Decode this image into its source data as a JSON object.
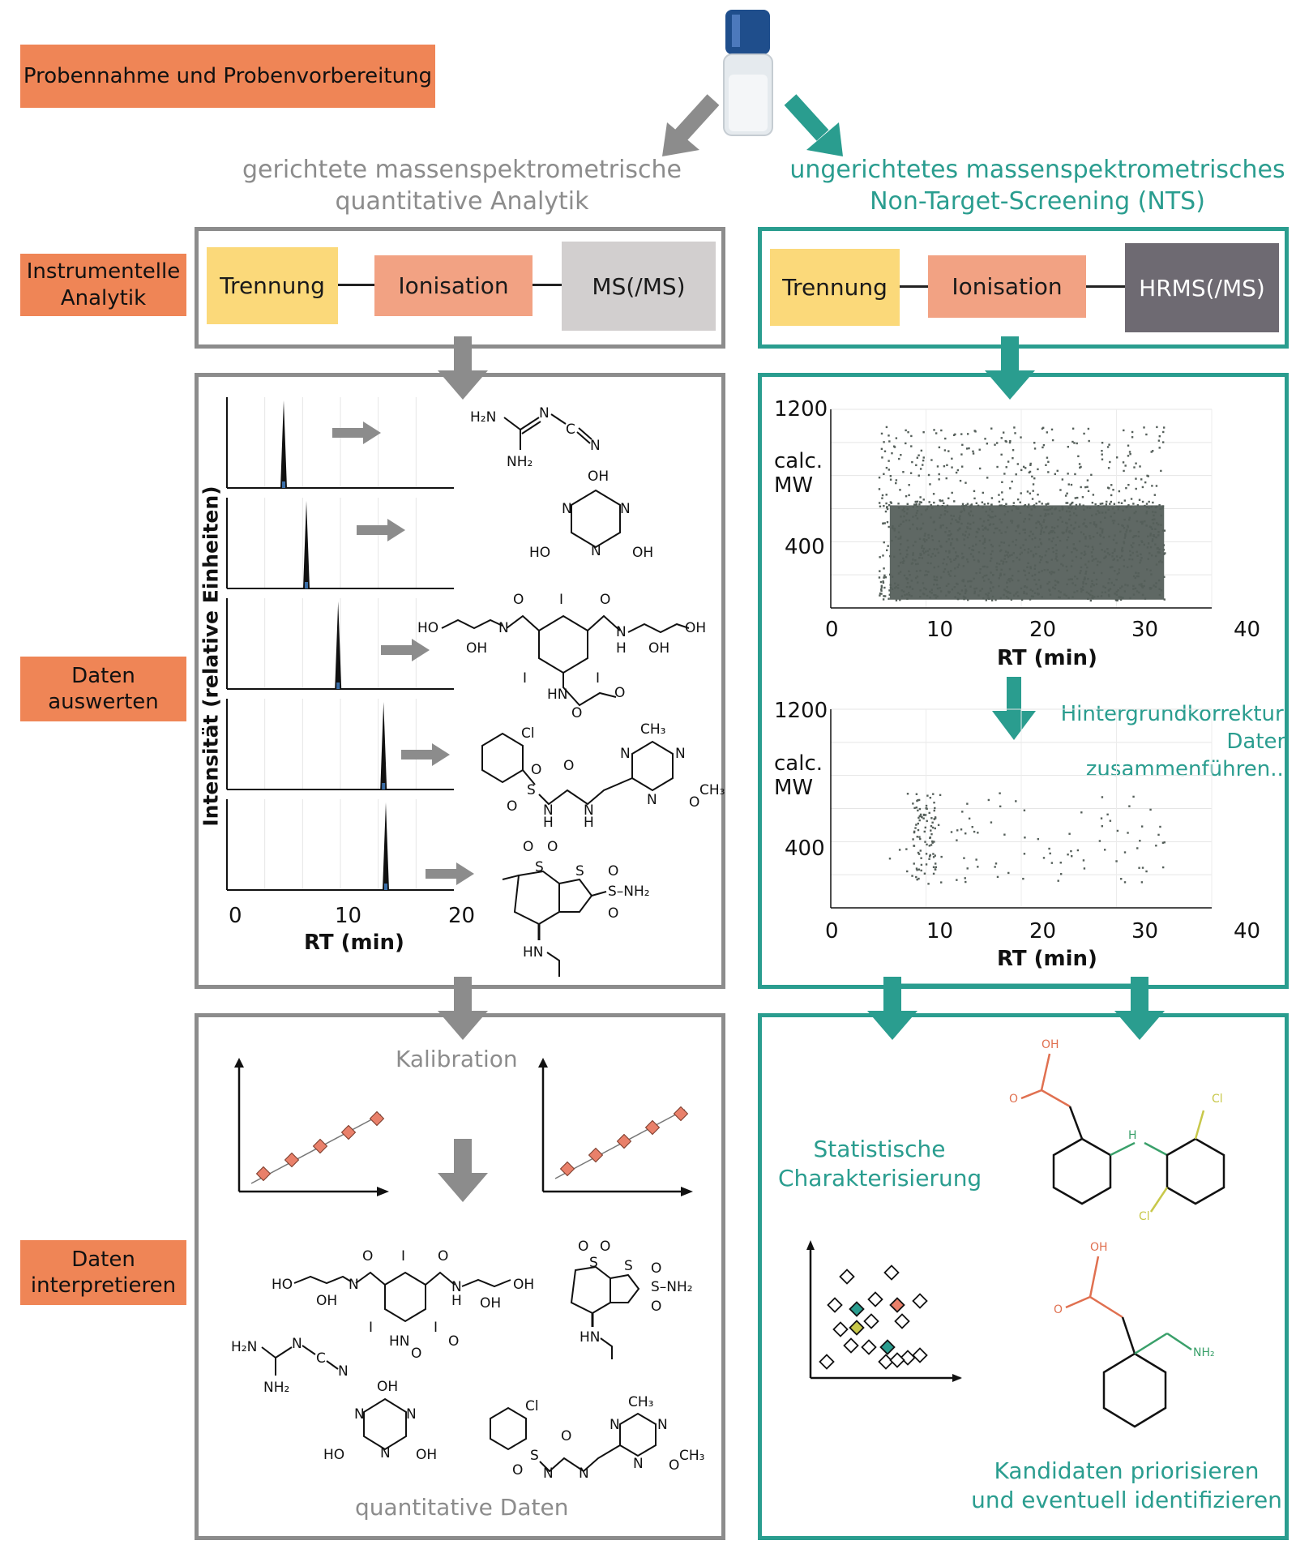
{
  "stages": {
    "sampling": "Probennahme und Probenvorbereitung",
    "instrumental": "Instrumentelle\nAnalytik",
    "evaluate": "Daten\nauswerten",
    "interpret": "Daten\ninterpretieren"
  },
  "targeted": {
    "title": "gerichtete massenspektrometrische\nquantitative Analytik",
    "steps": [
      "Trennung",
      "Ionisation",
      "MS(/MS)"
    ],
    "calibration_label": "Kalibration",
    "result_label": "quantitative Daten",
    "chrom_ylabel": "Intensität (relative Einheiten)",
    "chrom_xlabel": "RT (min)"
  },
  "nts": {
    "title": "ungerichtetes massenspektrometrisches\nNon-Target-Screening (NTS)",
    "steps": [
      "Trennung",
      "Ionisation",
      "HRMS(/MS)"
    ],
    "plot_ylabel": "calc.\nMW",
    "plot_xlabel": "RT (min)",
    "correction_label": "Hintergrundkorrektur,\nDaten zusammenführen...",
    "stats_label": "Statistische\nCharakterisierung",
    "prioritize_label": "Kandidaten priorisieren\nund eventuell identifizieren"
  },
  "chrom_axis": {
    "ticks": [
      "0",
      "10",
      "20"
    ]
  },
  "nts_axis": {
    "xticks": [
      "0",
      "10",
      "20",
      "30",
      "40"
    ],
    "yticks": [
      "1200",
      "400"
    ]
  },
  "chem_labels": {
    "h2n": "H₂N",
    "n": "N",
    "c": "C",
    "nh2": "NH₂",
    "oh": "OH",
    "ho": "HO",
    "cl": "Cl",
    "ch3": "CH₃",
    "o": "O",
    "s": "S",
    "h": "H",
    "i": "I",
    "hn": "HN",
    "so2nh2": "S–NH₂"
  },
  "chart_data": [
    {
      "type": "line",
      "title": "",
      "xlabel": "RT (min)",
      "ylabel": "Intensität (relative Einheiten)",
      "xlim": [
        0,
        20
      ],
      "series": [
        {
          "peak_rt": 5
        },
        {
          "peak_rt": 7
        },
        {
          "peak_rt": 9.8
        },
        {
          "peak_rt": 13.8
        },
        {
          "peak_rt": 14
        }
      ]
    },
    {
      "type": "scatter",
      "xlabel": "RT (min)",
      "ylabel": "calc. MW",
      "xlim": [
        0,
        40
      ],
      "ylim": [
        0,
        1200
      ],
      "yticks": [
        400,
        1200
      ],
      "density": "dense",
      "x_range_data": [
        5,
        35
      ]
    },
    {
      "type": "scatter",
      "xlabel": "RT (min)",
      "ylabel": "calc. MW",
      "xlim": [
        0,
        40
      ],
      "ylim": [
        0,
        1200
      ],
      "yticks": [
        400,
        1200
      ],
      "density": "sparse",
      "x_range_data": [
        6,
        35
      ]
    },
    {
      "type": "scatter",
      "title": "Kalibration",
      "points": [
        [
          1,
          1
        ],
        [
          2,
          2
        ],
        [
          3,
          3
        ],
        [
          4,
          4
        ],
        [
          5,
          5
        ]
      ]
    },
    {
      "type": "scatter",
      "title": "Kalibration",
      "points": [
        [
          1,
          1
        ],
        [
          2,
          2
        ],
        [
          3,
          3
        ],
        [
          4,
          4
        ],
        [
          5,
          5
        ]
      ]
    }
  ],
  "colors": {
    "stage": "#ef8556",
    "teal": "#2a9d8f",
    "grey_border": "#8c8c8c",
    "calib_marker": "#e9806a",
    "scatter": "#555f5a"
  }
}
